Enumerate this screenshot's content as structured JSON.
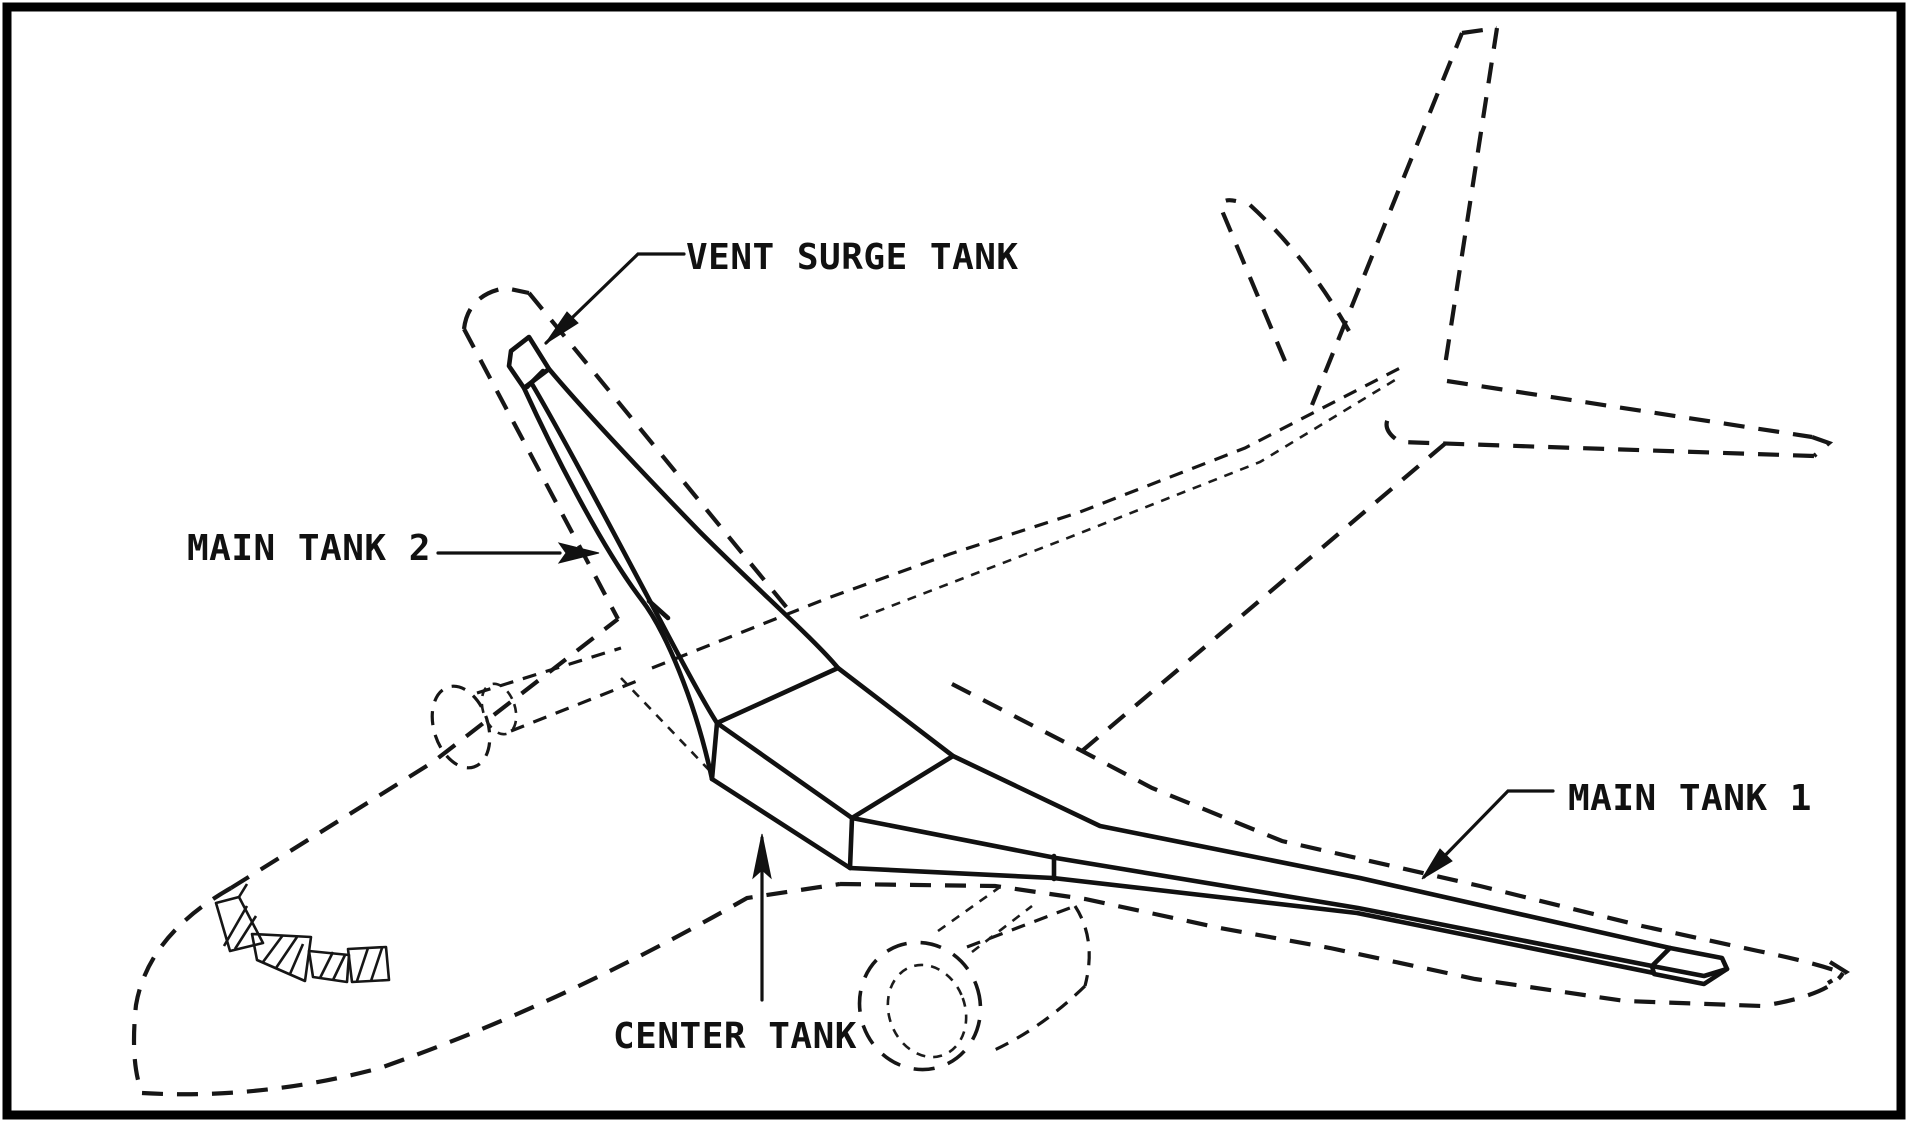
{
  "diagram": {
    "type": "aircraft-fuel-tank-location-diagram",
    "labels": [
      {
        "id": "vent-surge-tank",
        "text": "VENT SURGE TANK"
      },
      {
        "id": "main-tank-2",
        "text": "MAIN TANK 2"
      },
      {
        "id": "main-tank-1",
        "text": "MAIN TANK 1"
      },
      {
        "id": "center-tank",
        "text": "CENTER TANK"
      }
    ],
    "colors": {
      "background": "#ffffff",
      "line": "#111111",
      "border": "#000000"
    }
  }
}
